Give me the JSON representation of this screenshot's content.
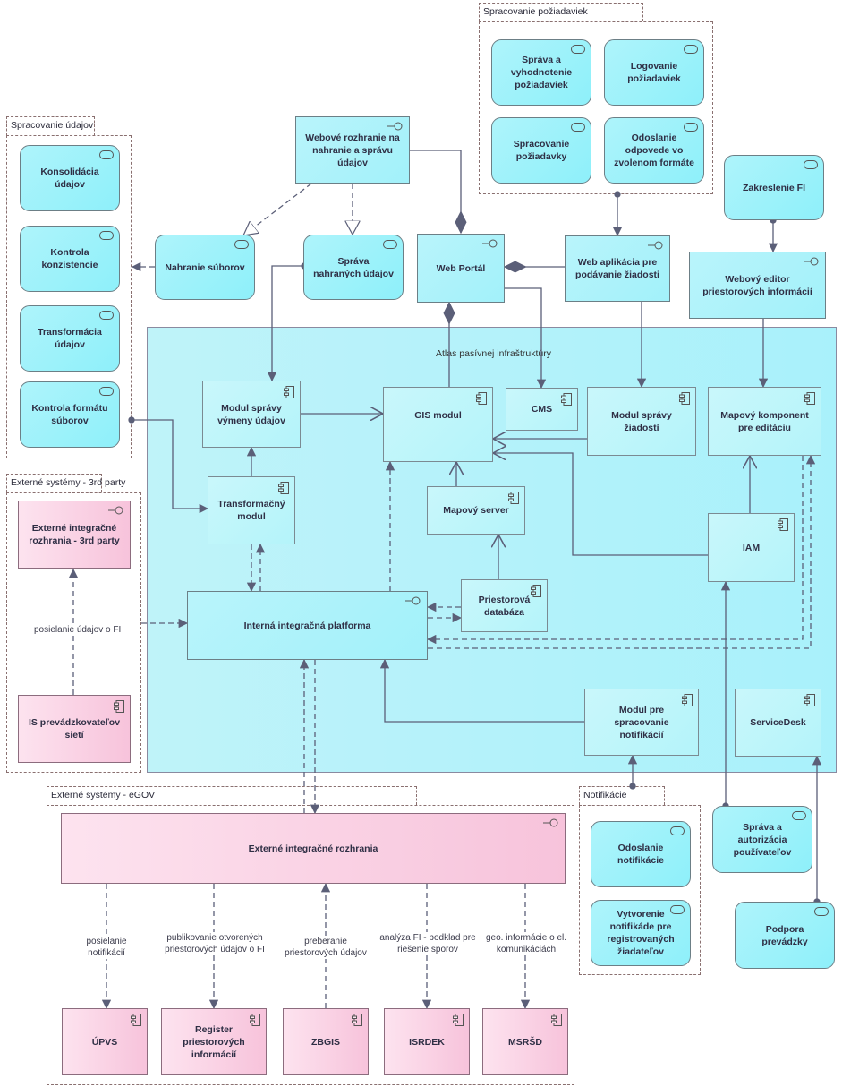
{
  "groups": {
    "spracovanie_poziadaviek": "Spracovanie požiadaviek",
    "spracovanie_udajov": "Spracovanie údajov",
    "externe_3rd_party": "Externé systémy - 3rd party",
    "externe_egov": "Externé systémy - eGOV",
    "notifikacie": "Notifikácie"
  },
  "atlas": {
    "title": "Atlas pasívnej infraštruktúry"
  },
  "services": {
    "sprava_vyhodnotenie": "Správa a vyhodnotenie požiadaviek",
    "logovanie": "Logovanie požiadaviek",
    "spracovanie_poziadavky": "Spracovanie požiadavky",
    "odoslanie_odpovede": "Odoslanie odpovede vo zvolenom formáte",
    "zakreslenie_fi": "Zakreslenie FI",
    "konsolidacia": "Konsolidácia údajov",
    "kontrola_konzistencie": "Kontrola konzistencie",
    "transformacia": "Transformácia údajov",
    "kontrola_formatu": "Kontrola formátu súborov",
    "nahranie_suborov": "Nahranie súborov",
    "sprava_nahranych": "Správa nahraných údajov",
    "odoslanie_notifikacie": "Odoslanie notifikácie",
    "vytvorenie_notifikacie": "Vytvorenie notifikáde pre registrovaných žiadateľov",
    "sprava_autorizacia": "Správa a autorizácia používateľov",
    "podpora_prevadzky": "Podpora prevádzky"
  },
  "interfaces": {
    "webove_rozhranie": "Webové rozhranie na nahranie a správu údajov",
    "web_portal": "Web Portál",
    "web_aplikacia": "Web aplikácia pre podávanie žiadosti",
    "webovy_editor": "Webový editor priestorových informácií",
    "interna_platforma": "Interná integračná platforma",
    "externe_3rd": "Externé integračné rozhrania - 3rd party",
    "externe_egov": "Externé integračné rozhrania"
  },
  "components": {
    "modul_vymeny": "Modul správy výmeny údajov",
    "gis_modul": "GIS modul",
    "cms": "CMS",
    "modul_ziadosti": "Modul správy žiadostí",
    "mapovy_komponent": "Mapový komponent pre editáciu",
    "transformacny": "Transformačný modul",
    "mapovy_server": "Mapový server",
    "iam": "IAM",
    "priestorova_db": "Priestorová databáza",
    "modul_notifikacii": "Modul pre spracovanie notifikácií",
    "servicedesk": "ServiceDesk",
    "is_prevadzkovatelov": "IS prevádzkovateľov sietí",
    "upvs": "ÚPVS",
    "register": "Register priestorových informácií",
    "zbgis": "ZBGIS",
    "isrdek": "ISRDEK",
    "msrsd": "MSRŠD"
  },
  "labels": {
    "posielanie_fi": "posielanie údajov o FI",
    "posielanie_notifikacii": "posielanie\nnotifikácií",
    "publikovanie": "publikovanie otvorených\npriestorových údajov o FI",
    "preberanie": "preberanie\npriestorových údajov",
    "analyza": "analýza FI - podklad pre\nriešenie sporov",
    "geo": "geo. informácie o el.\nkomunikáciách"
  },
  "colors": {
    "service_fill": "#a4f3fb",
    "atlas_fill": "#b6f2fa",
    "external_fill": "#f9cde1",
    "line": "#5b5f78"
  }
}
